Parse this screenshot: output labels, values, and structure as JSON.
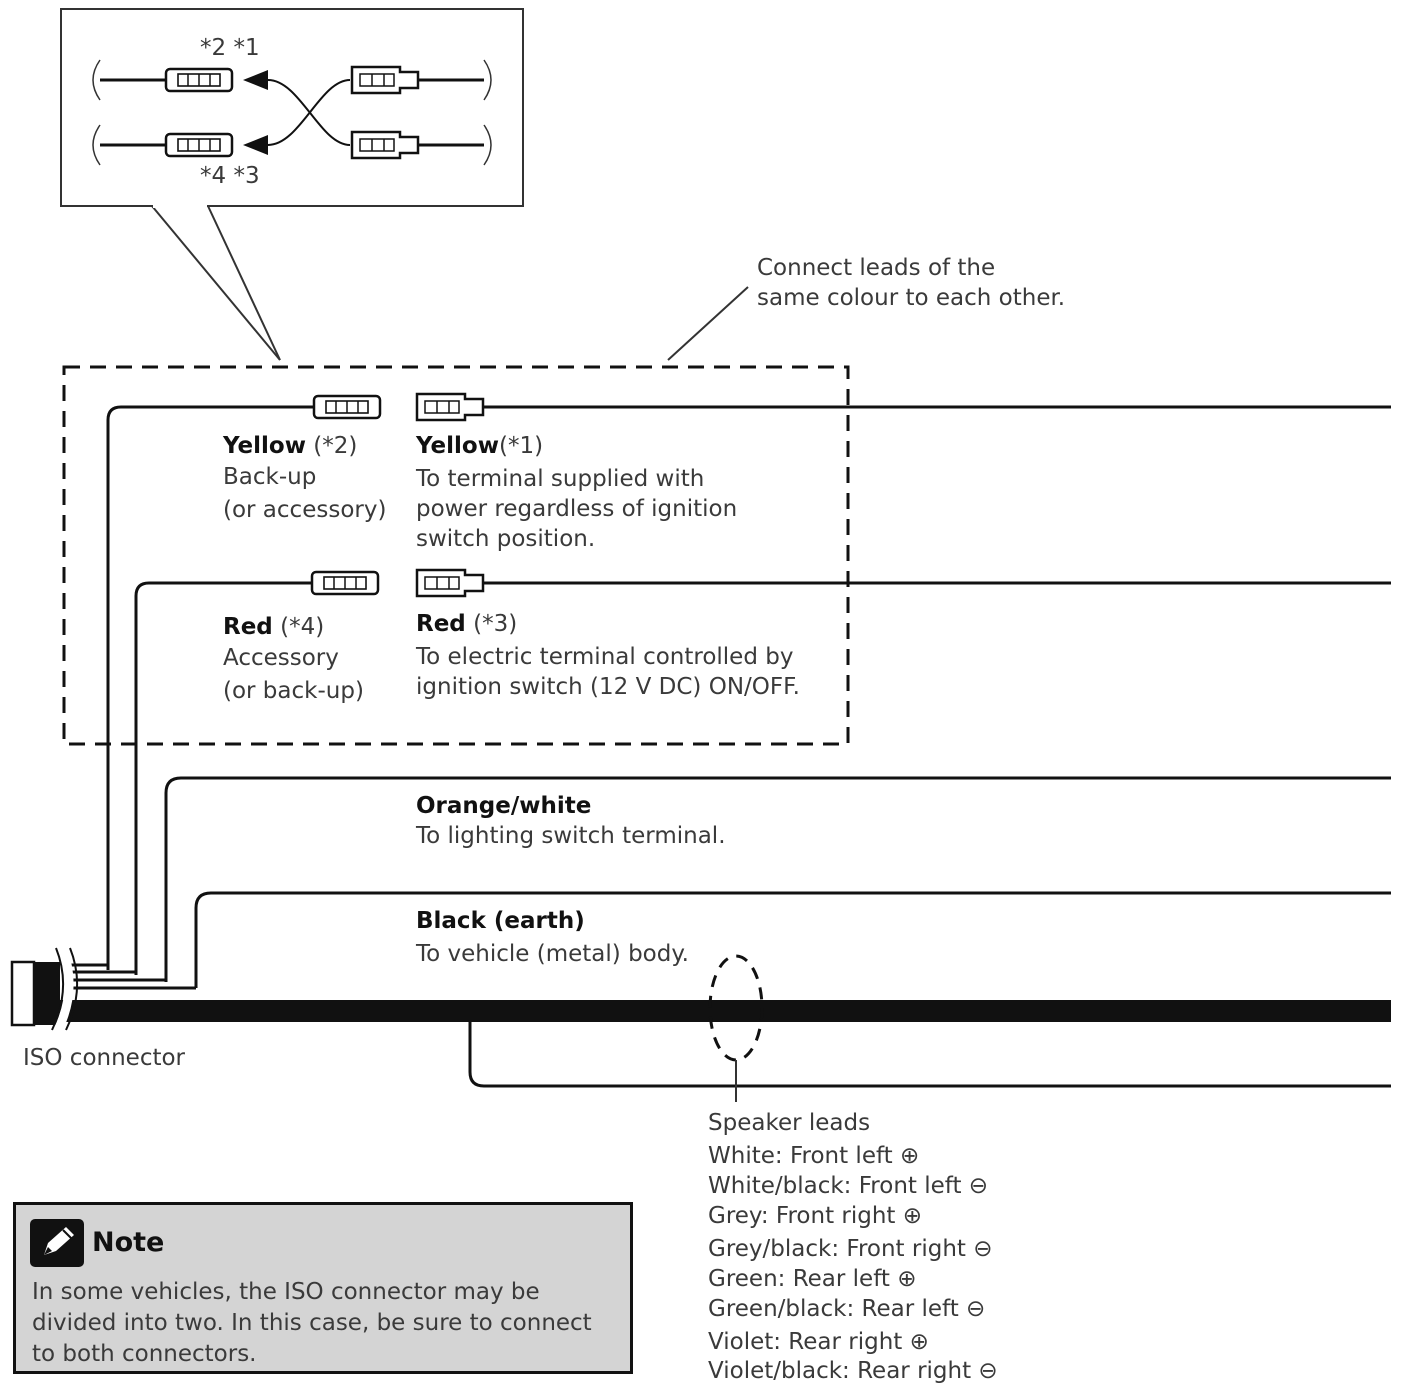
{
  "callout": {
    "top_labels": "*2 *1",
    "bottom_labels": "*4 *3"
  },
  "instruction": {
    "line1": "Connect leads of the",
    "line2": "same colour to each other."
  },
  "yellow_left": {
    "name": "Yellow",
    "ref": " (*2)",
    "line1": "Back-up",
    "line2": "(or accessory)"
  },
  "yellow_right": {
    "name": "Yellow",
    "ref": "(*1)",
    "line1": "To terminal supplied with",
    "line2": "power regardless of ignition",
    "line3": "switch position."
  },
  "red_left": {
    "name": "Red",
    "ref": " (*4)",
    "line1": "Accessory",
    "line2": "(or back-up)"
  },
  "red_right": {
    "name": "Red",
    "ref": " (*3)",
    "line1": "To electric terminal controlled by",
    "line2": "ignition switch (12 V DC) ON/OFF."
  },
  "orange": {
    "name": "Orange/white",
    "desc": "To lighting switch terminal."
  },
  "black": {
    "name": "Black (earth)",
    "desc": "To vehicle (metal) body."
  },
  "iso_label": "ISO connector",
  "speaker": {
    "title": "Speaker leads",
    "items": [
      "White:  Front left ⊕",
      "White/black:  Front left ⊖",
      "Grey:  Front right ⊕",
      "Grey/black:  Front right ⊖",
      "Green:  Rear left ⊕",
      "Green/black:  Rear left ⊖",
      "Violet:  Rear right ⊕",
      "Violet/black:  Rear right ⊖"
    ]
  },
  "note": {
    "title": "Note",
    "body": "In some vehicles, the ISO connector may be divided into two. In this case, be sure to connect to both connectors."
  }
}
